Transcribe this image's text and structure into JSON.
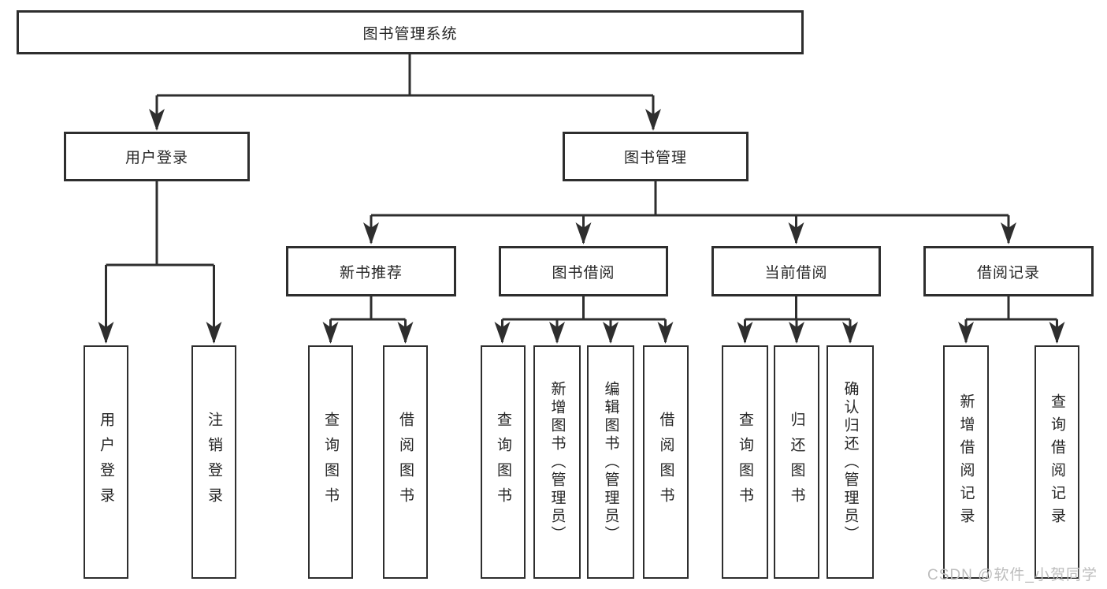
{
  "diagram": {
    "root": {
      "label": "图书管理系统"
    },
    "level2": [
      {
        "id": "user-login-branch",
        "label": "用户登录"
      },
      {
        "id": "book-management-branch",
        "label": "图书管理"
      }
    ],
    "level3": [
      {
        "id": "new-book-recommend",
        "parent": "图书管理",
        "label": "新书推荐"
      },
      {
        "id": "book-borrowing",
        "parent": "图书管理",
        "label": "图书借阅"
      },
      {
        "id": "current-borrowing",
        "parent": "图书管理",
        "label": "当前借阅"
      },
      {
        "id": "borrowing-records",
        "parent": "图书管理",
        "label": "借阅记录"
      }
    ],
    "level4": [
      {
        "parent": "用户登录",
        "label": "用户登录"
      },
      {
        "parent": "用户登录",
        "label": "注销登录"
      },
      {
        "parent": "新书推荐",
        "label": "查询图书"
      },
      {
        "parent": "新书推荐",
        "label": "借阅图书"
      },
      {
        "parent": "图书借阅",
        "label": "查询图书"
      },
      {
        "parent": "图书借阅",
        "label": "新增图书（管理员）"
      },
      {
        "parent": "图书借阅",
        "label": "编辑图书（管理员）"
      },
      {
        "parent": "图书借阅",
        "label": "借阅图书"
      },
      {
        "parent": "当前借阅",
        "label": "查询图书"
      },
      {
        "parent": "当前借阅",
        "label": "归还图书"
      },
      {
        "parent": "当前借阅",
        "label": "确认归还（管理员）"
      },
      {
        "parent": "借阅记录",
        "label": "新增借阅记录"
      },
      {
        "parent": "借阅记录",
        "label": "查询借阅记录"
      }
    ],
    "watermark": "CSDN @软件_小贺同学",
    "colors": {
      "line": "#2e2e2e",
      "box_border": "#2e2e2e",
      "text": "#262626",
      "watermark": "#bdbdbd",
      "background": "#ffffff"
    }
  }
}
